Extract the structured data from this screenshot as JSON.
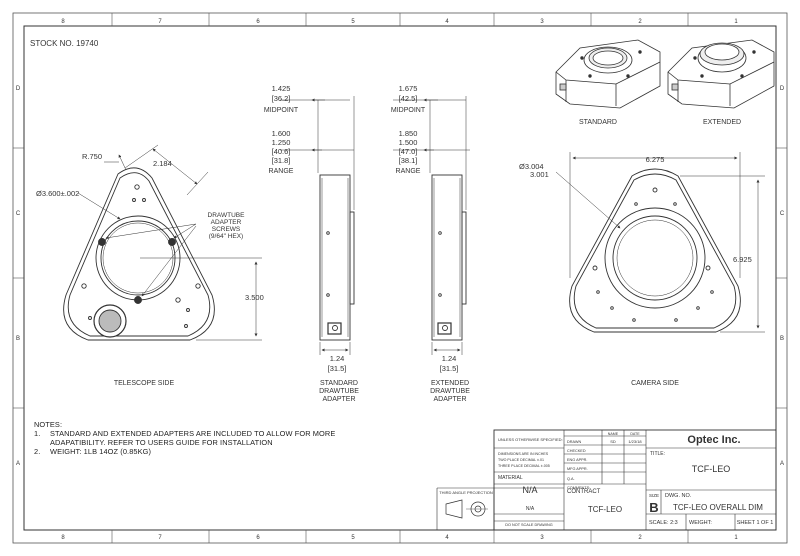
{
  "sheet": {
    "stock_no": "STOCK NO. 19740",
    "zones_top": [
      "8",
      "7",
      "6",
      "5",
      "4",
      "3",
      "2",
      "1"
    ],
    "zones_side": [
      "D",
      "C",
      "B",
      "A"
    ]
  },
  "telescope_view": {
    "radius": "R.750",
    "width_dim": "2.184",
    "diameter": "Ø3.600±.002",
    "screws_note": [
      "DRAWTUBE",
      "ADAPTER",
      "SCREWS",
      "(9/64\" HEX)"
    ],
    "height_dim": "3.500",
    "caption": "TELESCOPE SIDE"
  },
  "standard_adapter": {
    "midpoint_in": "1.425",
    "midpoint_mm": "[36.2]",
    "midpoint_label": "MIDPOINT",
    "range_in_1": "1.600",
    "range_in_2": "1.250",
    "range_mm_1": "[40.6]",
    "range_mm_2": "[31.8]",
    "range_label": "RANGE",
    "width_in": "1.24",
    "width_mm": "[31.5]",
    "caption": [
      "STANDARD",
      "DRAWTUBE",
      "ADAPTER"
    ]
  },
  "extended_adapter": {
    "midpoint_in": "1.675",
    "midpoint_mm": "[42.5]",
    "midpoint_label": "MIDPOINT",
    "range_in_1": "1.850",
    "range_in_2": "1.500",
    "range_mm_1": "[47.0]",
    "range_mm_2": "[38.1]",
    "range_label": "RANGE",
    "width_in": "1.24",
    "width_mm": "[31.5]",
    "caption": [
      "EXTENDED",
      "DRAWTUBE",
      "ADAPTER"
    ]
  },
  "iso_views": {
    "standard_caption": "STANDARD",
    "extended_caption": "EXTENDED"
  },
  "camera_view": {
    "width_dim": "6.275",
    "dia_1": "Ø3.004",
    "dia_2": "3.001",
    "height_dim": "6.925",
    "caption": "CAMERA SIDE"
  },
  "notes": {
    "title": "NOTES:",
    "items": [
      {
        "num": "1.",
        "text": "STANDARD AND EXTENDED ADAPTERS ARE INCLUDED TO ALLOW FOR MORE"
      },
      {
        "num": "",
        "text": "ADAPATIBILITY. REFER TO USERS GUIDE FOR INSTALLATION"
      },
      {
        "num": "2.",
        "text": "WEIGHT: 1LB 14OZ (0.85KG)"
      }
    ]
  },
  "title_block": {
    "company": "Optec Inc.",
    "title_label": "TITLE:",
    "title": "TCF-LEO",
    "size_label": "SIZE",
    "size": "B",
    "dwg_label": "DWG.  NO.",
    "dwg": "TCF-LEO OVERALL DIM",
    "scale": "SCALE: 2:3",
    "weight": "WEIGHT:",
    "sheet": "SHEET 1 OF 1",
    "material_label": "MATERIAL",
    "material": "N/A",
    "finish": "N/A",
    "contract_label": "CONTRACT",
    "contract": "TCF-LEO",
    "projection_label": "THIRD ANGLE PROJECTION",
    "no_scale": "DO NOT SCALE DRAWING",
    "unless": "UNLESS OTHERWISE SPECIFIED:",
    "dims_in": "DIMENSIONS ARE IN INCHES",
    "two_place": "TWO PLACE DECIMAL  ±.01",
    "three_place": "THREE PLACE DECIMAL ±.005",
    "name_col": "NAME",
    "date_col": "DATE",
    "drawn": "DRAWN",
    "drawn_name": "SD",
    "drawn_date": "1/23/18",
    "checked": "CHECKED",
    "eng_appr": "ENG APPR.",
    "mfg_appr": "MFG APPR.",
    "qa": "Q.A.",
    "comments": "COMMENTS:"
  }
}
